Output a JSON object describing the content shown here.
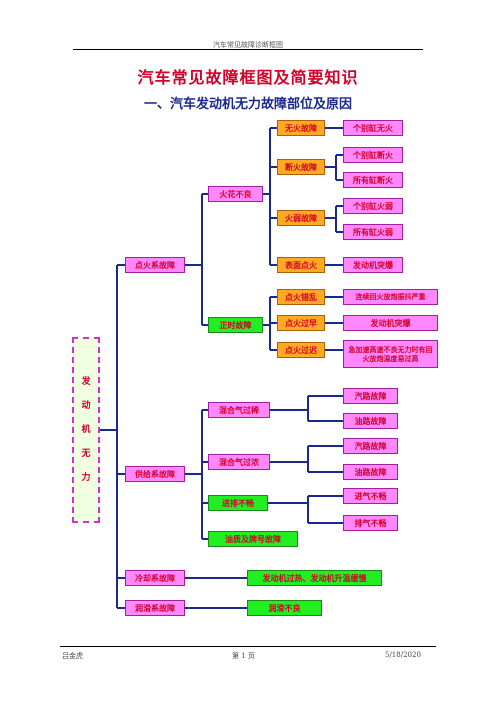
{
  "header": "汽车常见故障诊断框图",
  "title": "汽车常见故障框图及简要知识",
  "subtitle": "一、汽车发动机无力故障部位及原因",
  "root": {
    "chars": [
      "发",
      "动",
      "机",
      "无",
      "力"
    ]
  },
  "systems": {
    "ignition": "点火系故障",
    "fuel": "供给系故障",
    "cooling": "冷却系故障",
    "lubrication": "润滑系故障"
  },
  "ignition": {
    "spark_bad": "火花不良",
    "no_fire": "无火故障",
    "no_fire_detail": "个别缸无火",
    "misfire": "断火故障",
    "misfire_detail1": "个别缸断火",
    "misfire_detail2": "所有缸断火",
    "weak_fire": "火弱故障",
    "weak_fire_detail1": "个别缸火弱",
    "weak_fire_detail2": "所有缸火弱",
    "surface_ignition": "表面点火",
    "surface_ignition_detail": "发动机突爆",
    "timing": "正时故障",
    "fire_disorder": "点火错乱",
    "fire_disorder_detail": "连续回火放炮振抖严重",
    "fire_early": "点火过早",
    "fire_early_detail": "发动机突爆",
    "fire_late": "点火过迟",
    "fire_late_detail": "急加速高速不良无力时有回火放炮温度易过高"
  },
  "fuel": {
    "too_lean": "混合气过稀",
    "lean_d1": "汽路故障",
    "lean_d2": "油路故障",
    "too_rich": "混合气过浓",
    "rich_d1": "汽路故障",
    "rich_d2": "油路故障",
    "intake_exhaust": "进排不畅",
    "intake": "进气不畅",
    "exhaust": "排气不畅",
    "fuel_quality": "油质及牌号故障"
  },
  "cooling": {
    "detail": "发动机过热、发动机升温缓慢"
  },
  "lubrication": {
    "detail": "润滑不良"
  },
  "footer": {
    "left": "吕金虎",
    "center": "第 1 页",
    "right": "5/18/2020"
  }
}
